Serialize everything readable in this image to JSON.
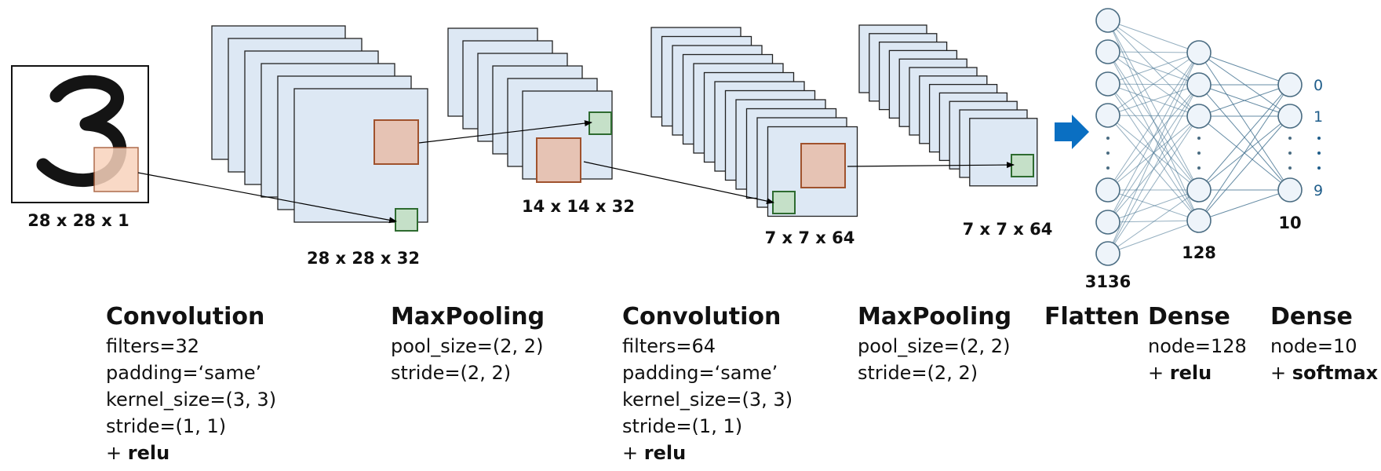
{
  "input": {
    "label": "28 x 28 x 1",
    "digit": "3"
  },
  "feature_maps": [
    {
      "label": "28 x 28 x 32"
    },
    {
      "label": "14 x 14 x 32"
    },
    {
      "label": "7 x 7 x 64"
    },
    {
      "label": "7 x 7 x 64"
    }
  ],
  "dense": {
    "flatten_count": "3136",
    "hidden_count": "128",
    "output_count": "10",
    "outputs": [
      "0",
      "1",
      "9"
    ]
  },
  "layers": [
    {
      "title": "Convolution",
      "lines": [
        "filters=32",
        "padding=‘same’",
        "kernel_size=(3, 3)",
        "stride=(1, 1)"
      ],
      "activation": "relu"
    },
    {
      "title": "MaxPooling",
      "lines": [
        "pool_size=(2, 2)",
        "stride=(2, 2)"
      ]
    },
    {
      "title": "Convolution",
      "lines": [
        "filters=64",
        "padding=‘same’",
        "kernel_size=(3, 3)",
        "stride=(1, 1)"
      ],
      "activation": "relu"
    },
    {
      "title": "MaxPooling",
      "lines": [
        "pool_size=(2, 2)",
        "stride=(2, 2)"
      ]
    },
    {
      "title": "Flatten",
      "lines": []
    },
    {
      "title": "Dense",
      "lines": [
        "node=128"
      ],
      "activation": "relu"
    },
    {
      "title": "Dense",
      "lines": [
        "node=10"
      ],
      "activation": "softmax"
    }
  ],
  "colors": {
    "map_fill": "#dde8f4",
    "map_stroke": "#222222",
    "patch_fill": "#e6c3b4",
    "patch_stroke": "#a0522d",
    "input_patch_fill": "#f8d3bd",
    "target_fill": "#c5e0c8",
    "target_stroke": "#2e6b30",
    "node_fill": "#eef4fa",
    "node_stroke": "#4a6c82",
    "edge": "#3f6f8e",
    "arrow": "#0a6fc2"
  }
}
